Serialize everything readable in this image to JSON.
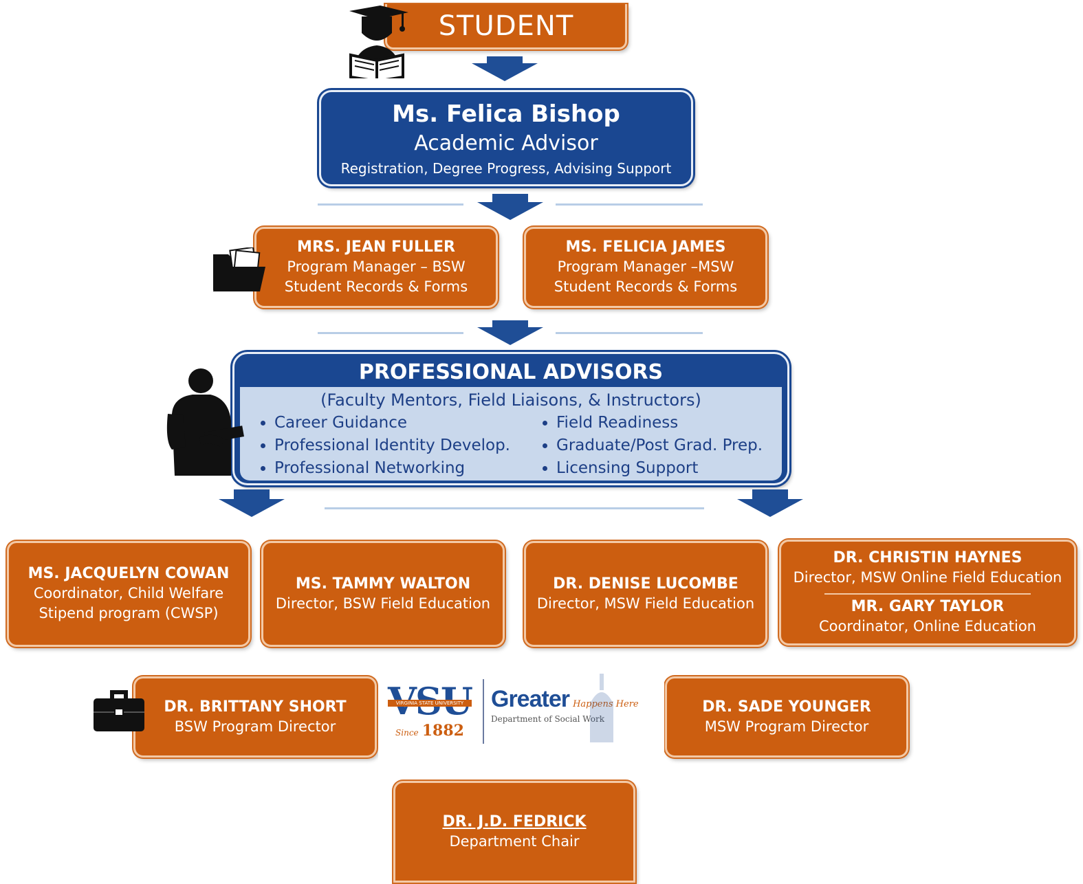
{
  "student": {
    "label": "STUDENT"
  },
  "advisor": {
    "name": "Ms. Felica Bishop",
    "title": "Academic Advisor",
    "duties": "Registration, Degree Progress, Advising Support"
  },
  "program_managers": [
    {
      "name": "MRS. JEAN FULLER",
      "line1": "Program Manager – BSW",
      "line2": "Student Records & Forms"
    },
    {
      "name": "MS. FELICIA JAMES",
      "line1": "Program Manager –MSW",
      "line2": "Student Records & Forms"
    }
  ],
  "professional_advisors": {
    "title": "PROFESSIONAL ADVISORS",
    "subtitle": "(Faculty Mentors, Field Liaisons, & Instructors)",
    "left_items": [
      "Career Guidance",
      "Professional Identity Develop.",
      "Professional Networking"
    ],
    "right_items": [
      "Field Readiness",
      "Graduate/Post Grad. Prep.",
      "Licensing Support"
    ]
  },
  "field_staff": [
    {
      "name": "MS. JACQUELYN COWAN",
      "line1": "Coordinator, Child Welfare",
      "line2": "Stipend program (CWSP)"
    },
    {
      "name": "MS. TAMMY WALTON",
      "line1": "Director, BSW Field Education"
    },
    {
      "name": "DR. DENISE LUCOMBE",
      "line1": "Director, MSW Field Education"
    }
  ],
  "online_staff": [
    {
      "name": "DR. CHRISTIN HAYNES",
      "line1": "Director, MSW Online Field Education"
    },
    {
      "name": "MR. GARY TAYLOR",
      "line1": "Coordinator, Online Education"
    }
  ],
  "program_directors": [
    {
      "name": "DR. BRITTANY SHORT",
      "line1": "BSW Program Director"
    },
    {
      "name": "DR. SADE YOUNGER",
      "line1": "MSW Program Director"
    }
  ],
  "logo": {
    "letters": "VSU",
    "university": "VIRGINIA STATE UNIVERSITY",
    "since": "Since",
    "year": "1882",
    "greater": "Greater",
    "tagline": "Happens Here",
    "department": "Department of Social Work"
  },
  "chair": {
    "name": "DR. J.D. FEDRICK",
    "line1": "Department Chair"
  },
  "colors": {
    "orange": "#cc5e10",
    "navy": "#1a4791",
    "light_blue": "#c9d8ec"
  },
  "icons": [
    "graduate-reading-icon",
    "folder-icon",
    "person-clipboard-icon",
    "briefcase-icon"
  ]
}
